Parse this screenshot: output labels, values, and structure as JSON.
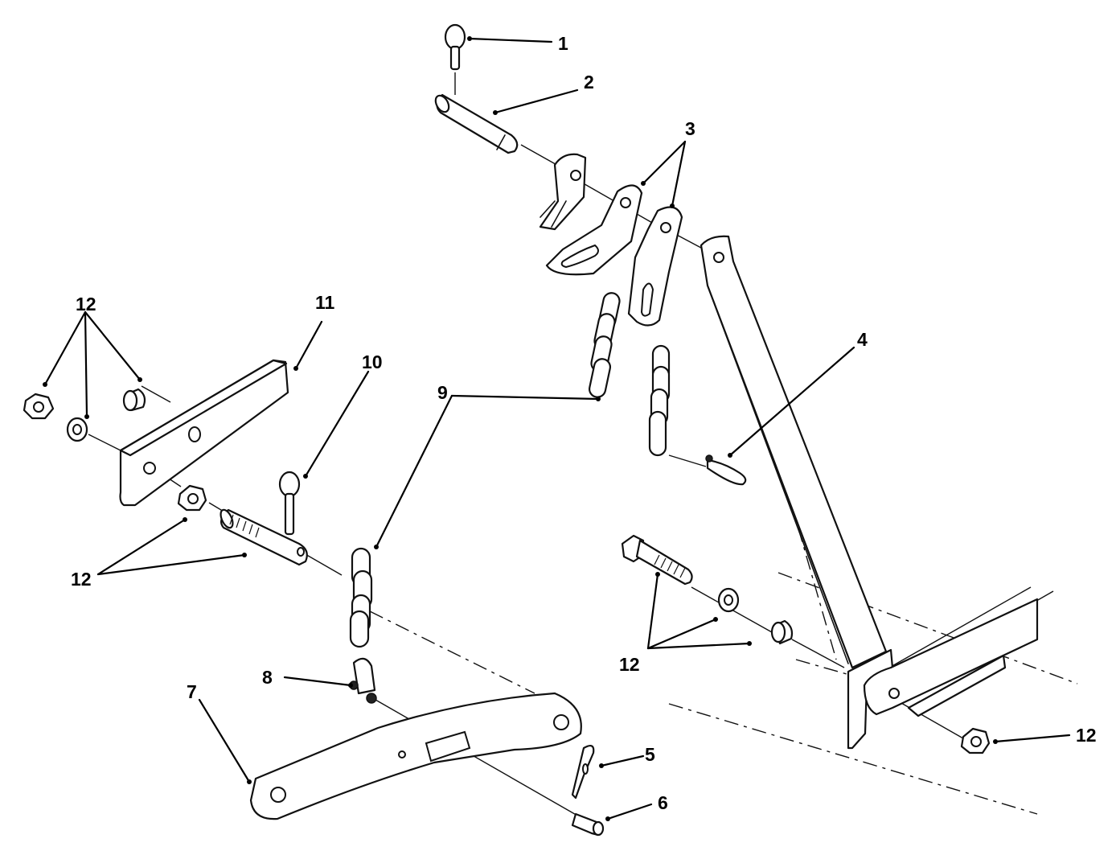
{
  "callouts": {
    "c1": "1",
    "c2": "2",
    "c3": "3",
    "c4": "4",
    "c5": "5",
    "c6": "6",
    "c7": "7",
    "c8": "8",
    "c9": "9",
    "c10": "10",
    "c11": "11",
    "c12a": "12",
    "c12b": "12",
    "c12c": "12",
    "c12d": "12"
  }
}
